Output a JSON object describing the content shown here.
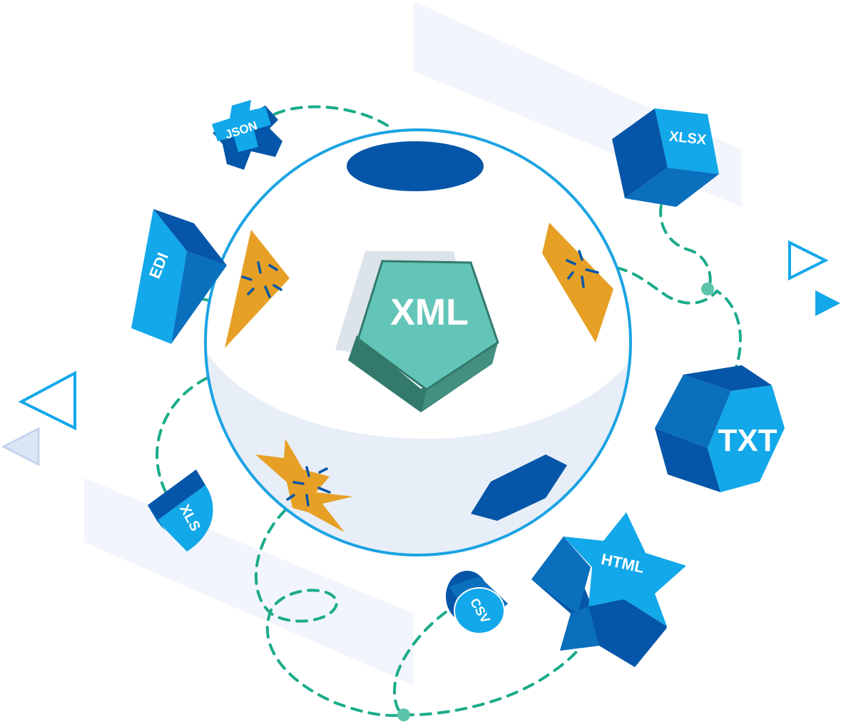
{
  "labels": {
    "center": "XML",
    "json": "JSON",
    "xlsx": "XLSX",
    "edi": "EDI",
    "txt": "TXT",
    "xls": "XLS",
    "html": "HTML",
    "csv": "CSV"
  },
  "colors": {
    "sphere_stroke": "#1ba3e3",
    "sphere_lower": "#e8eef8",
    "bg_panel": "#f2f5fb",
    "blue_dark": "#0556a8",
    "blue_mid": "#0a6fbd",
    "blue_light": "#12a8ea",
    "orange": "#e6a025",
    "teal": "#63c5b8",
    "teal_dark": "#337a6c",
    "dash_green": "#1aab8a",
    "dot_green": "#5cc4ab"
  },
  "icons": [
    "play-triangle-outline-icon",
    "play-triangle-filled-icon",
    "rewind-triangle-outline-icon"
  ]
}
